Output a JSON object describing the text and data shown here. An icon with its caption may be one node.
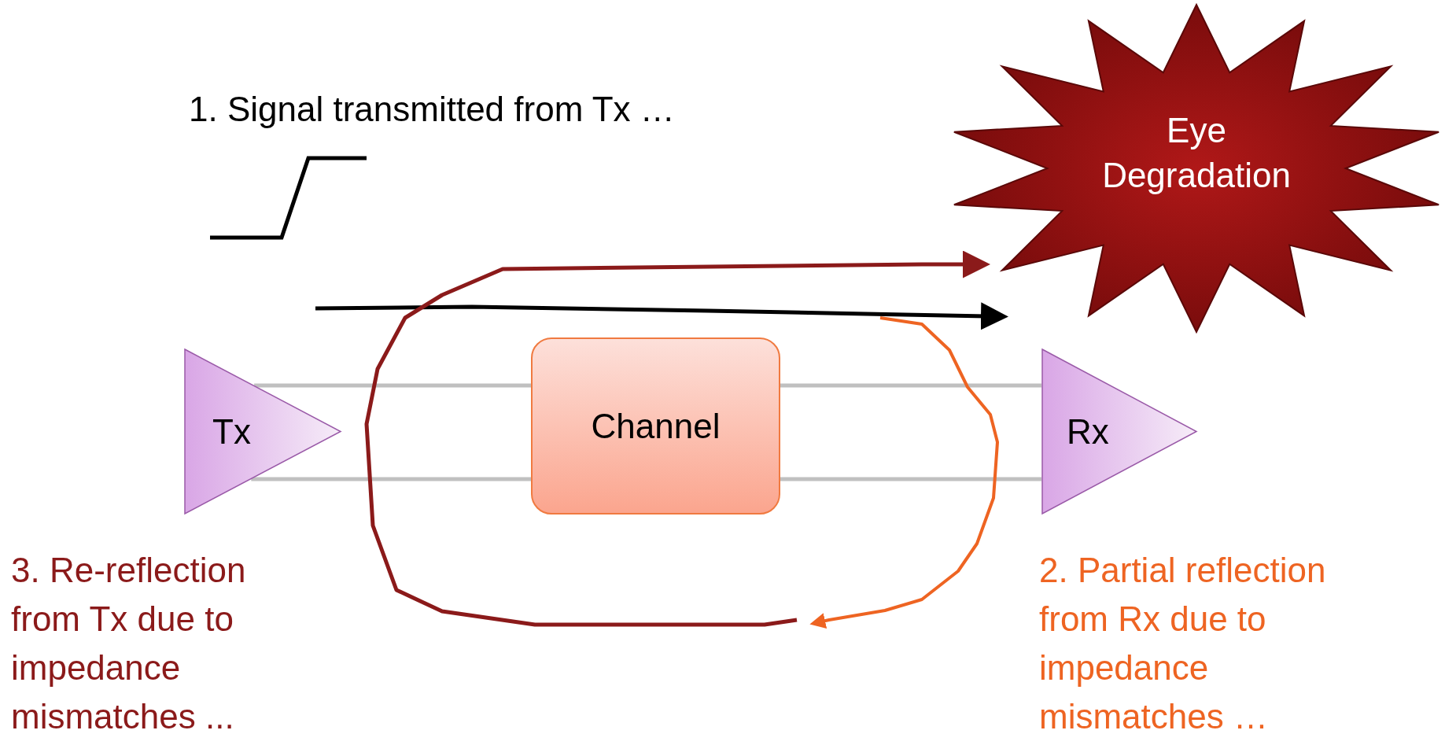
{
  "diagram": {
    "nodes": [
      {
        "text": [
          "Tx"
        ]
      },
      {
        "text": [
          "Channel"
        ]
      },
      {
        "text": [
          "Rx"
        ]
      },
      {
        "text": [
          "Eye Degradation"
        ]
      }
    ],
    "edges": [
      {
        "from": 0,
        "to": 1,
        "arrow": "none"
      },
      {
        "from": 0,
        "to": 1,
        "arrow": "none"
      },
      {
        "from": 1,
        "to": 2,
        "arrow": "none"
      },
      {
        "from": 1,
        "to": 2,
        "arrow": "none"
      },
      {
        "from": null,
        "to": 3,
        "arrow": "to",
        "color": "#000000"
      },
      {
        "from": null,
        "to": 3,
        "arrow": "to",
        "color": "#8b1a1a"
      }
    ],
    "labels": [
      "1. Signal transmitted from Tx …",
      "3. Re-reflection from Tx due to impedance mismatches ...",
      "2. Partial reflection from Rx due to impedance mismatches …"
    ]
  }
}
